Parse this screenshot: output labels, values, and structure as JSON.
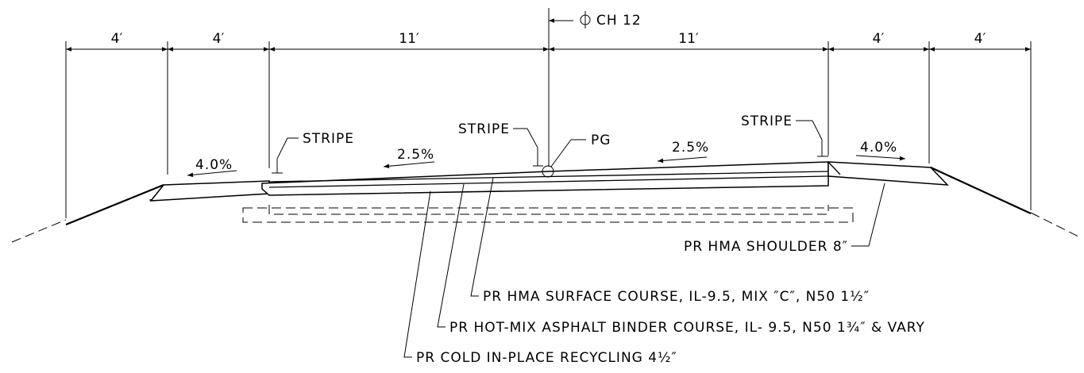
{
  "dimensions": [
    "4′",
    "4′",
    "11′",
    "11′",
    "4′",
    "4′"
  ],
  "centerline_label": "CH 12",
  "labels": {
    "stripe_left": "STRIPE",
    "stripe_center": "STRIPE",
    "stripe_right": "STRIPE",
    "pg": "PG",
    "slope_left_shoulder": "4.0%",
    "slope_left_lane": "2.5%",
    "slope_right_lane": "2.5%",
    "slope_right_shoulder": "4.0%",
    "shoulder": "PR HMA SHOULDER 8″",
    "surface_course": "PR HMA SURFACE COURSE, IL-9.5, MIX ″C″, N50 1½″",
    "binder_course": "PR HOT-MIX ASPHALT BINDER COURSE, IL- 9.5, N50 1¾″ & VARY",
    "recycling": "PR COLD IN-PLACE RECYCLING 4½″"
  }
}
